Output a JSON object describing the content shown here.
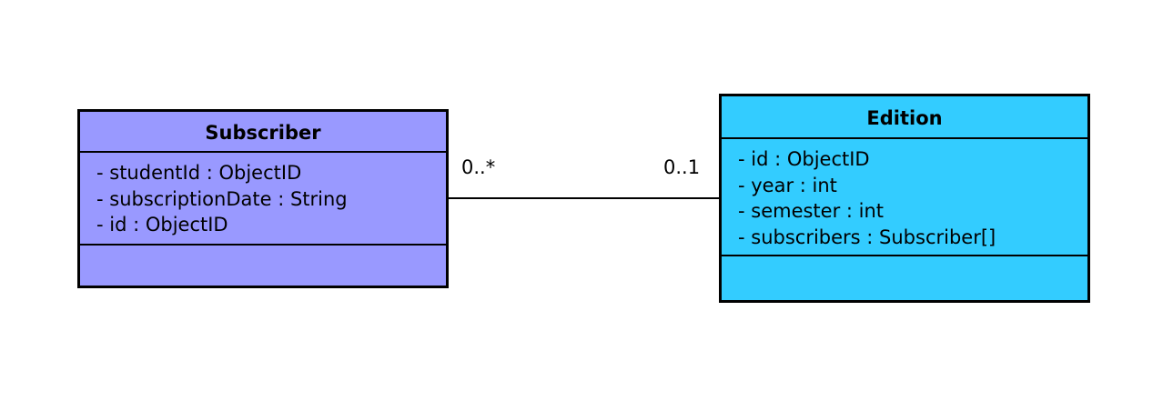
{
  "colors": {
    "subscriber_fill": "#9999ff",
    "edition_fill": "#33ccff",
    "stroke": "#000000"
  },
  "classes": {
    "subscriber": {
      "name": "Subscriber",
      "attributes": [
        "- studentId : ObjectID",
        "- subscriptionDate : String",
        "- id : ObjectID"
      ]
    },
    "edition": {
      "name": "Edition",
      "attributes": [
        "- id : ObjectID",
        "- year : int",
        "- semester : int",
        "- subscribers : Subscriber[]"
      ]
    }
  },
  "association": {
    "source_multiplicity": "0..*",
    "target_multiplicity": "0..1"
  }
}
